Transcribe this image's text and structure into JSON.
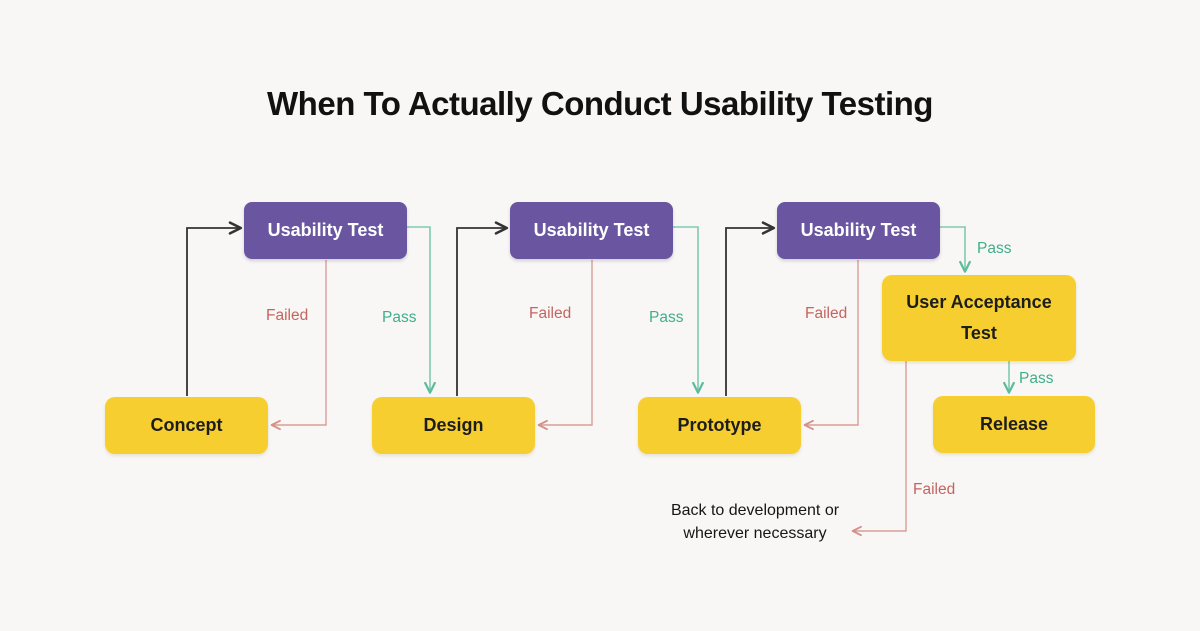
{
  "title": "When To Actually Conduct Usability Testing",
  "colors": {
    "background": "#f8f7f5",
    "test_box": "#6a55a0",
    "test_box_text": "#ffffff",
    "stage_box": "#f6ce2f",
    "stage_box_text": "#1d1d1d",
    "flow_line": "#333333",
    "pass_text": "#3fae8d",
    "pass_line": "#7fcbb3",
    "failed_text": "#c5645f",
    "failed_line": "#d99d95"
  },
  "diagram": {
    "nodes": {
      "usability_test_1": {
        "label": "Usability Test"
      },
      "usability_test_2": {
        "label": "Usability Test"
      },
      "usability_test_3": {
        "label": "Usability Test"
      },
      "concept": {
        "label": "Concept"
      },
      "design": {
        "label": "Design"
      },
      "prototype": {
        "label": "Prototype"
      },
      "user_acceptance_test": {
        "label": "User Acceptance Test"
      },
      "release": {
        "label": "Release"
      }
    },
    "edges": [
      {
        "from": "concept",
        "to": "usability_test_1",
        "type": "flow",
        "label": ""
      },
      {
        "from": "usability_test_1",
        "to": "concept",
        "type": "failed",
        "label": "Failed"
      },
      {
        "from": "usability_test_1",
        "to": "design",
        "type": "pass",
        "label": "Pass"
      },
      {
        "from": "design",
        "to": "usability_test_2",
        "type": "flow",
        "label": ""
      },
      {
        "from": "usability_test_2",
        "to": "design",
        "type": "failed",
        "label": "Failed"
      },
      {
        "from": "usability_test_2",
        "to": "prototype",
        "type": "pass",
        "label": "Pass"
      },
      {
        "from": "prototype",
        "to": "usability_test_3",
        "type": "flow",
        "label": ""
      },
      {
        "from": "usability_test_3",
        "to": "prototype",
        "type": "failed",
        "label": "Failed"
      },
      {
        "from": "usability_test_3",
        "to": "user_acceptance_test",
        "type": "pass",
        "label": "Pass"
      },
      {
        "from": "user_acceptance_test",
        "to": "release",
        "type": "pass",
        "label": "Pass"
      },
      {
        "from": "user_acceptance_test",
        "to": "back_to_development_note",
        "type": "failed",
        "label": "Failed"
      }
    ],
    "note": "Back to development or wherever necessary"
  }
}
